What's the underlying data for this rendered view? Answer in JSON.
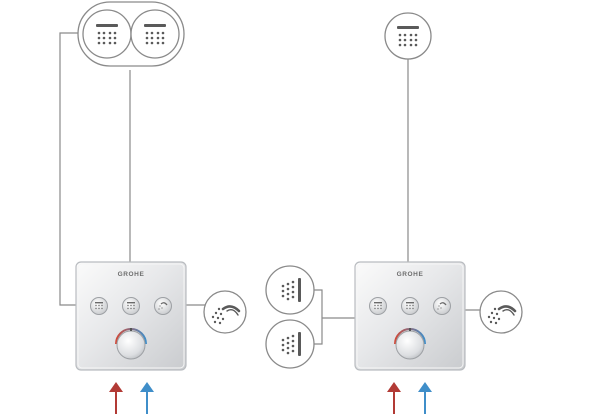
{
  "systems": [
    {
      "id": "left",
      "brand": "GROHE",
      "outlets": [
        "overhead-shower",
        "overhead-shower",
        "hand-shower"
      ]
    },
    {
      "id": "right",
      "brand": "GROHE",
      "outlets": [
        "overhead-shower",
        "body-jets",
        "body-jets",
        "hand-shower"
      ]
    }
  ],
  "colors": {
    "line": "#8a8a8a",
    "icon": "#5a5a5a",
    "hot_arrow": "#b23a35",
    "cold_arrow": "#3f8ec9",
    "plate_edge": "#b9bcc0"
  }
}
